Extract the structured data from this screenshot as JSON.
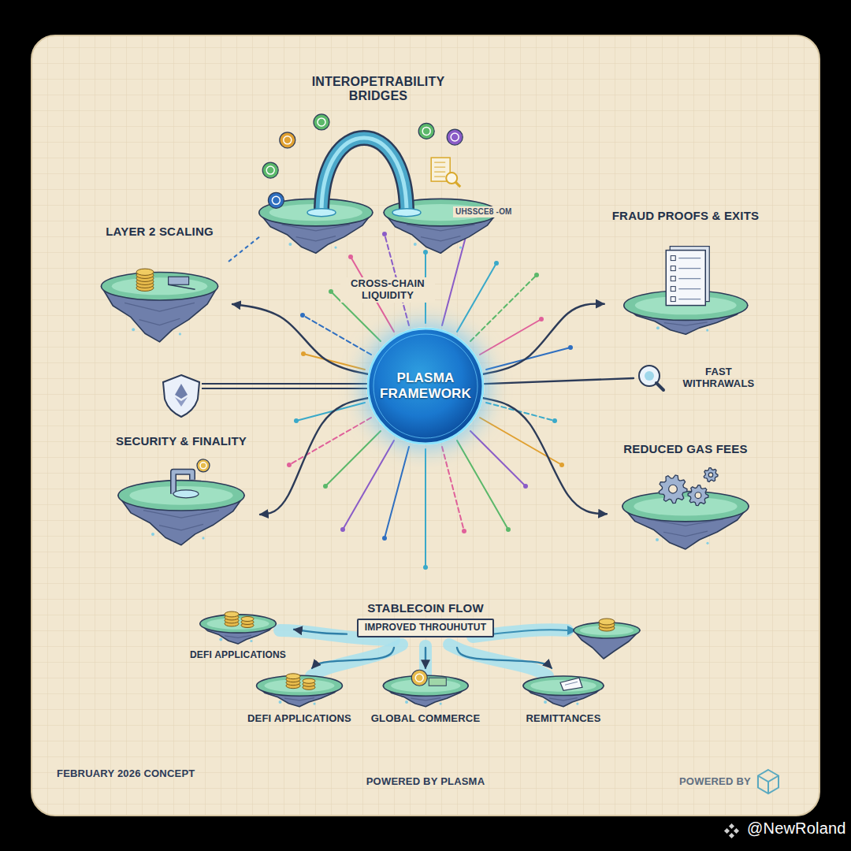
{
  "diagram": {
    "nodes": [
      {
        "text": [
          "INTEROPETRABILITY BRIDGES"
        ]
      },
      {
        "text": [
          "LAYER 2 SCALING"
        ]
      },
      {
        "text": [
          "FRAUD PROOFS & EXITS"
        ]
      },
      {
        "text": [
          "PLASMA FRAMEWORK"
        ]
      },
      {
        "text": [
          "FAST WITHRAWALS"
        ]
      },
      {
        "text": [
          "SECURITY & FINALITY"
        ]
      },
      {
        "text": [
          "REDUCED GAS FEES"
        ]
      },
      {
        "text": [
          "STABLECOIN FLOW",
          "IMPROVED THROUHUTUT"
        ]
      },
      {
        "text": [
          "DEFI APPLICATIONS"
        ]
      },
      {
        "text": [
          "DEFI APPLICATIONS"
        ]
      },
      {
        "text": [
          "GLOBAL COMMERCE"
        ]
      },
      {
        "text": [
          "REMITTANCES"
        ]
      }
    ],
    "edges": [
      {
        "from": 3,
        "to": 1,
        "arrow": "to"
      },
      {
        "from": 3,
        "to": 2,
        "arrow": "to"
      },
      {
        "from": 3,
        "to": 4,
        "arrow": "none"
      },
      {
        "from": 3,
        "to": 5,
        "arrow": "to"
      },
      {
        "from": 3,
        "to": 6,
        "arrow": "to"
      },
      {
        "from": 7,
        "to": 8,
        "arrow": "to"
      },
      {
        "from": 7,
        "to": 9,
        "arrow": "to"
      },
      {
        "from": 7,
        "to": 10,
        "arrow": "to"
      },
      {
        "from": 7,
        "to": 11,
        "arrow": "to"
      }
    ],
    "labels": [
      "UHSSCE8 -OM",
      "CROSS-CHAIN LIQUIDITY",
      "FEBRUARY 2026 CONCEPT",
      "POWERED BY PLASMA",
      "POWERED BY",
      "@NewRoland"
    ]
  }
}
